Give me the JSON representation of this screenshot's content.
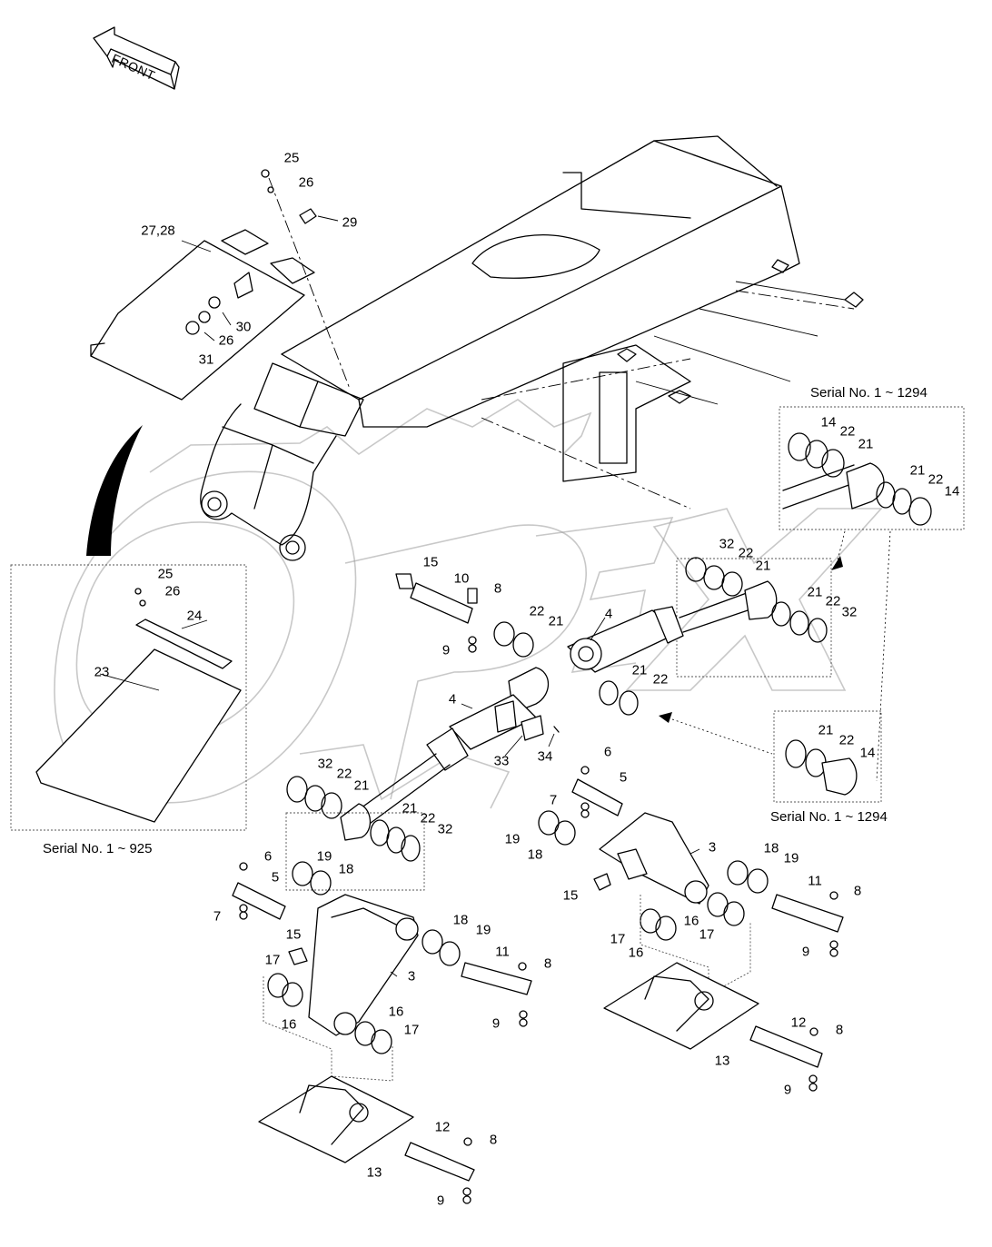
{
  "front_arrow": {
    "label": "FRONT"
  },
  "captions": {
    "serial_925": "Serial No. 1 ~ 925",
    "serial_1294_top": "Serial No. 1 ~ 1294",
    "serial_1294_bottom": "Serial No. 1 ~ 1294"
  },
  "callouts": [
    "25",
    "26",
    "29",
    "27,28",
    "30",
    "26",
    "31",
    "25",
    "26",
    "24",
    "23",
    "14",
    "22",
    "21",
    "21",
    "22",
    "14",
    "32",
    "22",
    "21",
    "21",
    "22",
    "32",
    "15",
    "10",
    "8",
    "9",
    "22",
    "21",
    "4",
    "21",
    "22",
    "4",
    "33",
    "34",
    "21",
    "22",
    "14",
    "32",
    "22",
    "21",
    "21",
    "22",
    "32",
    "6",
    "5",
    "7",
    "19",
    "18",
    "3",
    "18",
    "19",
    "11",
    "8",
    "15",
    "17",
    "16",
    "16",
    "17",
    "9",
    "6",
    "5",
    "7",
    "19",
    "18",
    "18",
    "19",
    "11",
    "8",
    "15",
    "17",
    "3",
    "9",
    "16",
    "17",
    "16",
    "12",
    "8",
    "13",
    "9",
    "12",
    "8",
    "13",
    "9"
  ],
  "colors": {
    "ink": "#000000",
    "watermark": "#9a9a9a",
    "background": "#ffffff"
  },
  "icons": [
    "front-arrow-icon"
  ]
}
